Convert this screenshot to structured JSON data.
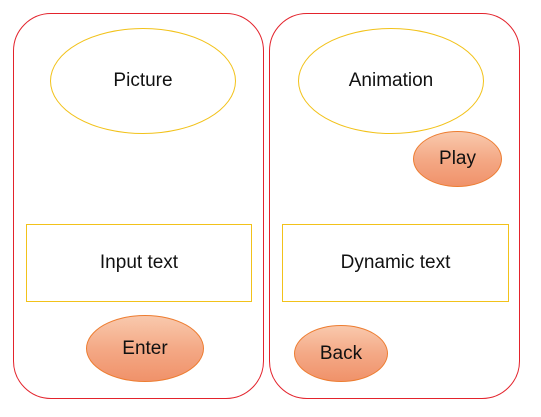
{
  "left_screen": {
    "picture_label": "Picture",
    "input_label": "Input text",
    "enter_label": "Enter"
  },
  "right_screen": {
    "animation_label": "Animation",
    "play_label": "Play",
    "dynamic_label": "Dynamic text",
    "back_label": "Back"
  },
  "colors": {
    "panel_border": "#e3232c",
    "placeholder_border": "#f2c21a",
    "button_fill": "#f4a986",
    "button_border": "#ed7d31"
  }
}
